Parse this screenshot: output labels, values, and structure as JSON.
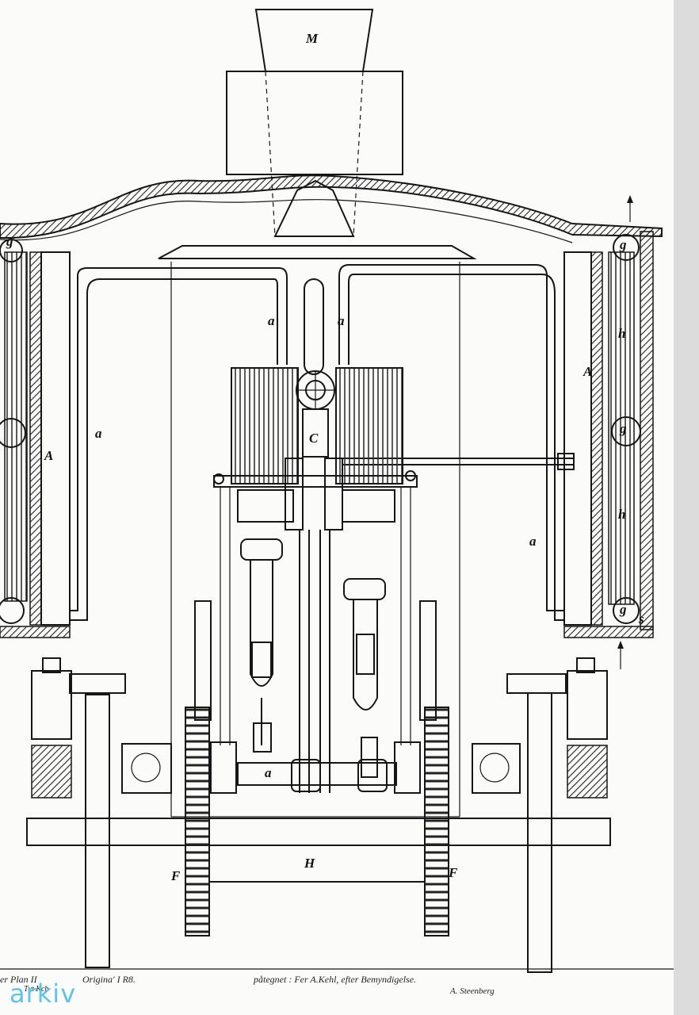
{
  "labels": {
    "M": "M",
    "a1": "a",
    "a2": "a",
    "a3": "a",
    "a4": "a",
    "a5": "a",
    "A_left": "A",
    "A_right": "A",
    "C": "C",
    "g1": "g",
    "g2": "g",
    "g3": "g",
    "g4": "g",
    "h1": "h",
    "h2": "h",
    "H": "H",
    "F1": "F",
    "F2": "F",
    "s": "s"
  },
  "captions": {
    "plan_ref": "er Plan II",
    "plan_ref2": "Tvt Kch",
    "original": "Origina' I R8.",
    "drawn_by": "påtegnet : Fer A.Kehl, efter Bemyndigelse.",
    "signature": "A. Steenberg"
  },
  "brand": {
    "logo_text": "arkiv",
    "color": "#5fc3ea"
  }
}
